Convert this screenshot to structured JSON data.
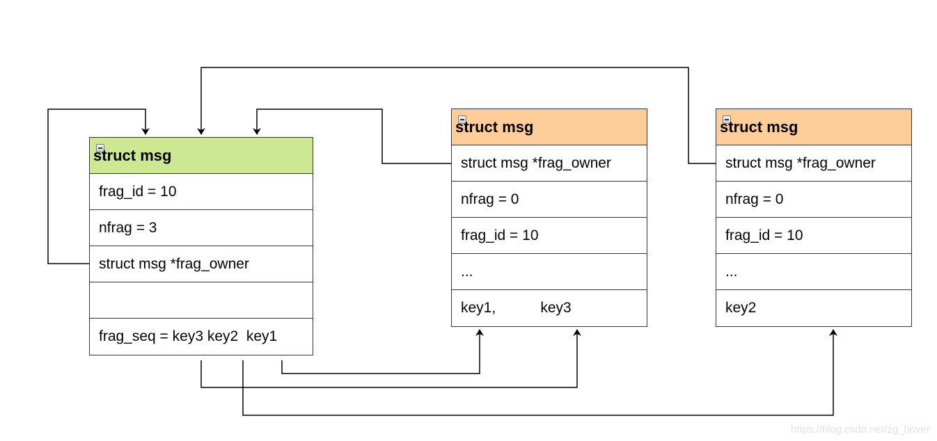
{
  "colors": {
    "owner_header": "#cde892",
    "fragment_header": "#ffcd9a",
    "line": "#000000"
  },
  "nodes": {
    "owner": {
      "title": "struct msg",
      "rows": [
        "frag_id = 10",
        "nfrag = 3",
        "struct msg *frag_owner",
        "",
        "frag_seq = key3 key2  key1"
      ]
    },
    "frag_a": {
      "title": "struct msg",
      "rows": [
        "struct msg *frag_owner",
        "nfrag = 0",
        "frag_id = 10",
        "...",
        "key1,           key3"
      ]
    },
    "frag_b": {
      "title": "struct msg",
      "rows": [
        "struct msg *frag_owner",
        "nfrag = 0",
        "frag_id = 10",
        "...",
        "key2"
      ]
    }
  },
  "watermark": "https://blog.csdn.net/zg_hover"
}
